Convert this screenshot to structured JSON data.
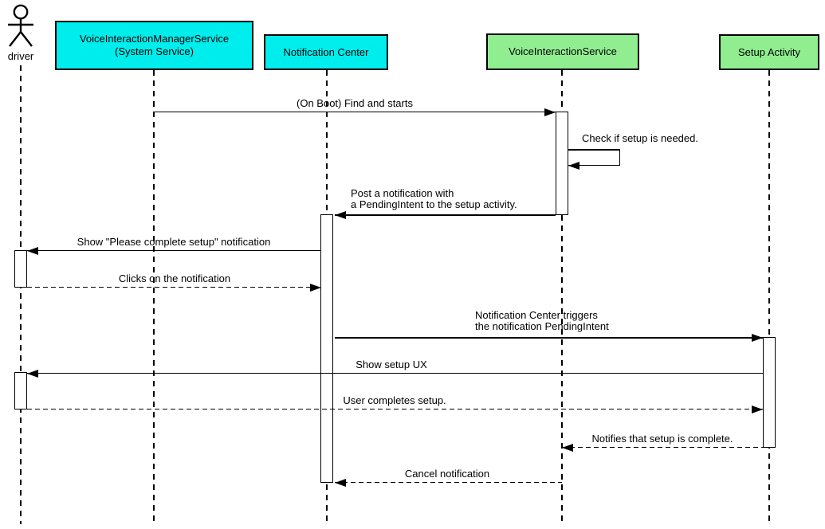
{
  "diagram_type": "uml-sequence",
  "actor": {
    "label": "driver"
  },
  "participants": [
    {
      "label_line1": "VoiceInteractionManagerService",
      "label_line2": "(System Service)",
      "fill": "#00EDED",
      "kind": "system-service"
    },
    {
      "label_line1": "Notification Center",
      "fill": "#00EDED",
      "kind": "system-service"
    },
    {
      "label_line1": "VoiceInteractionService",
      "fill": "#90EE90",
      "kind": "app-component"
    },
    {
      "label_line1": "Setup Activity",
      "fill": "#90EE90",
      "kind": "app-component"
    }
  ],
  "messages": [
    {
      "label": "(On Boot) Find and starts",
      "from": "VoiceInteractionManagerService (System Service)",
      "to": "VoiceInteractionService",
      "style": "solid"
    },
    {
      "label": "Check if setup is needed.",
      "from": "VoiceInteractionService",
      "to": "VoiceInteractionService",
      "style": "solid",
      "self_message": true
    },
    {
      "label_line1": "Post a notification with",
      "label_line2": "a PendingIntent to the setup activity.",
      "from": "VoiceInteractionService",
      "to": "Notification Center",
      "style": "solid"
    },
    {
      "label": "Show \"Please complete setup\" notification",
      "from": "Notification Center",
      "to": "driver",
      "style": "solid"
    },
    {
      "label": "Clicks on the notification",
      "from": "driver",
      "to": "Notification Center",
      "style": "dashed"
    },
    {
      "label_line1": "Notification Center triggers",
      "label_line2": "the notification PendingIntent",
      "from": "Notification Center",
      "to": "Setup Activity",
      "style": "solid"
    },
    {
      "label": "Show setup UX",
      "from": "Setup Activity",
      "to": "driver",
      "style": "solid"
    },
    {
      "label": "User completes setup.",
      "from": "driver",
      "to": "Setup Activity",
      "style": "dashed"
    },
    {
      "label": "Notifies that setup is complete.",
      "from": "Setup Activity",
      "to": "VoiceInteractionService",
      "style": "dashed"
    },
    {
      "label": "Cancel notification",
      "from": "VoiceInteractionService",
      "to": "Notification Center",
      "style": "dashed"
    }
  ],
  "colors": {
    "system_service_fill": "#00EDED",
    "app_component_fill": "#90EE90",
    "stroke": "#000000",
    "background": "#FFFFFF"
  }
}
